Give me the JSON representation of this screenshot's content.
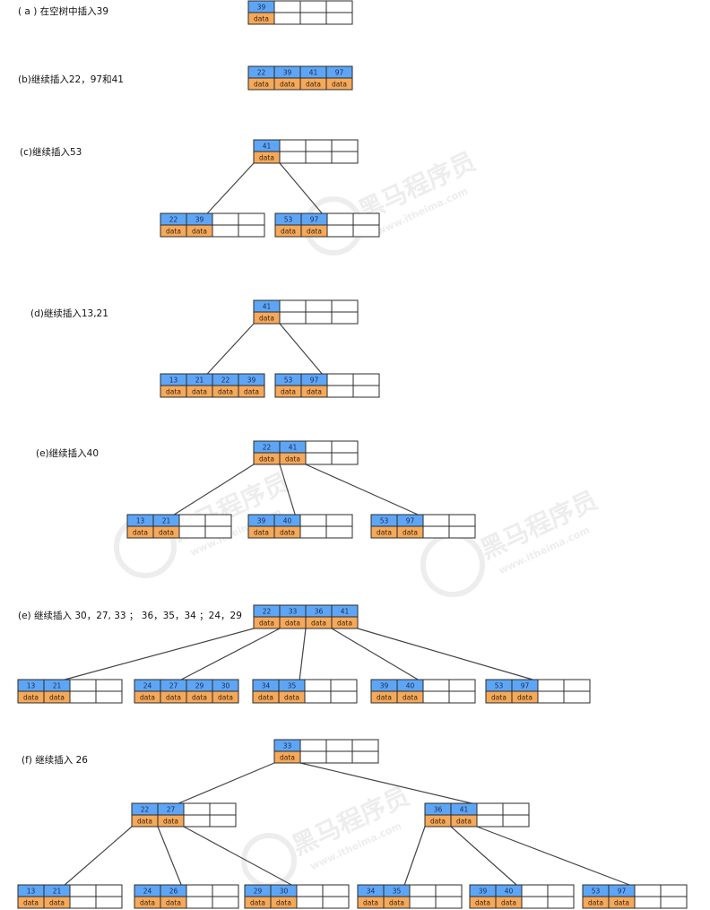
{
  "colors": {
    "key_cell": "#5ea6f5",
    "data_cell": "#f5a95a",
    "border": "#2b2b2b",
    "edge": "#444444",
    "watermark": "#ededed"
  },
  "data_label": "data",
  "watermark": {
    "title": "黑马程序员",
    "url": "www.itheima.com"
  },
  "steps": [
    {
      "label": "( a ) 在空树中插入39",
      "nodes": [
        {
          "keys": [
            "39"
          ]
        }
      ],
      "edges": []
    },
    {
      "label": "(b)继续插入22，97和41",
      "nodes": [
        {
          "keys": [
            "22",
            "39",
            "41",
            "97"
          ]
        }
      ],
      "edges": []
    },
    {
      "label": "(c)继续插入53",
      "nodes": [
        {
          "keys": [
            "41"
          ]
        },
        {
          "keys": [
            "22",
            "39"
          ]
        },
        {
          "keys": [
            "53",
            "97"
          ]
        }
      ],
      "edges": [
        [
          0,
          1
        ],
        [
          0,
          2
        ]
      ]
    },
    {
      "label": "(d)继续插入13,21",
      "nodes": [
        {
          "keys": [
            "41"
          ]
        },
        {
          "keys": [
            "13",
            "21",
            "22",
            "39"
          ]
        },
        {
          "keys": [
            "53",
            "97"
          ]
        }
      ],
      "edges": [
        [
          0,
          1
        ],
        [
          0,
          2
        ]
      ]
    },
    {
      "label": "(e)继续插入40",
      "nodes": [
        {
          "keys": [
            "22",
            "41"
          ]
        },
        {
          "keys": [
            "13",
            "21"
          ]
        },
        {
          "keys": [
            "39",
            "40"
          ]
        },
        {
          "keys": [
            "53",
            "97"
          ]
        }
      ],
      "edges": [
        [
          0,
          1
        ],
        [
          0,
          2
        ],
        [
          0,
          3
        ]
      ]
    },
    {
      "label": "(e) 继续插入 30，27, 33 ； 36，35，34 ；24，29",
      "nodes": [
        {
          "keys": [
            "22",
            "33",
            "36",
            "41"
          ]
        },
        {
          "keys": [
            "13",
            "21"
          ]
        },
        {
          "keys": [
            "24",
            "27",
            "29",
            "30"
          ]
        },
        {
          "keys": [
            "34",
            "35"
          ]
        },
        {
          "keys": [
            "39",
            "40"
          ]
        },
        {
          "keys": [
            "53",
            "97"
          ]
        }
      ],
      "edges": [
        [
          0,
          1
        ],
        [
          0,
          2
        ],
        [
          0,
          3
        ],
        [
          0,
          4
        ],
        [
          0,
          5
        ]
      ]
    },
    {
      "label": "(f) 继续插入 26",
      "nodes": [
        {
          "keys": [
            "33"
          ]
        },
        {
          "keys": [
            "22",
            "27"
          ]
        },
        {
          "keys": [
            "36",
            "41"
          ]
        },
        {
          "keys": [
            "13",
            "21"
          ]
        },
        {
          "keys": [
            "24",
            "26"
          ]
        },
        {
          "keys": [
            "29",
            "30"
          ]
        },
        {
          "keys": [
            "34",
            "35"
          ]
        },
        {
          "keys": [
            "39",
            "40"
          ]
        },
        {
          "keys": [
            "53",
            "97"
          ]
        }
      ],
      "edges": [
        [
          0,
          1
        ],
        [
          0,
          2
        ],
        [
          1,
          3
        ],
        [
          1,
          4
        ],
        [
          1,
          5
        ],
        [
          2,
          6
        ],
        [
          2,
          7
        ],
        [
          2,
          8
        ]
      ]
    }
  ]
}
